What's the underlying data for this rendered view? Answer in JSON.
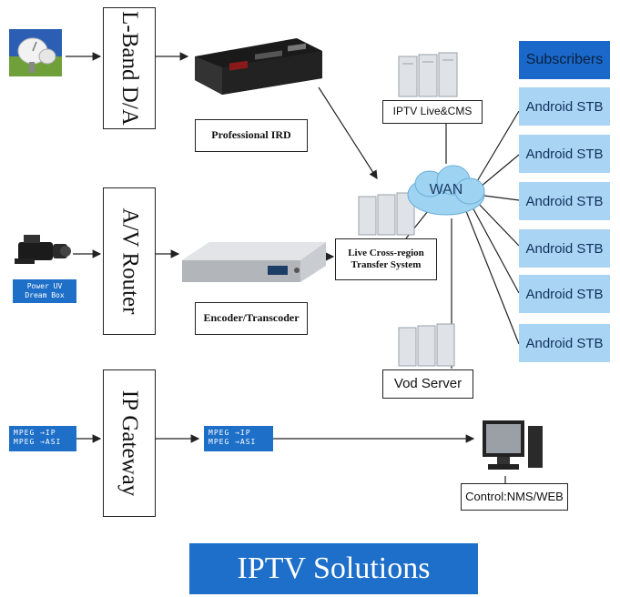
{
  "title": "IPTV Solutions",
  "sources": {
    "power_uv_tag": [
      "Power UV",
      "Dream Box"
    ]
  },
  "gateways": {
    "lband": "L-Band D/A",
    "av_router": "A/V Router",
    "ip_gateway": "IP Gateway"
  },
  "devices": {
    "ird_label": "Professional IRD",
    "encoder_label": "Encoder/Transcoder",
    "iptv_live_label": "IPTV Live&CMS",
    "cross_region_label": "Live Cross-region Transfer System",
    "vod_label": "Vod Server",
    "control_label": "Control:NMS/WEB",
    "wan_label": "WAN"
  },
  "mpeg_blocks": {
    "left": [
      "MPEG →IP",
      "MPEG →ASI"
    ],
    "mid": [
      "MPEG →IP",
      "MPEG →ASI"
    ]
  },
  "subscribers": {
    "header": "Subscribers",
    "items": [
      "Android STB",
      "Android STB",
      "Android STB",
      "Android STB",
      "Android STB",
      "Android STB"
    ]
  },
  "colors": {
    "accent_blue": "#1d6fc9",
    "subscriber_cell": "#a9d4f3",
    "wan_cloud": "#9fd3f2"
  }
}
